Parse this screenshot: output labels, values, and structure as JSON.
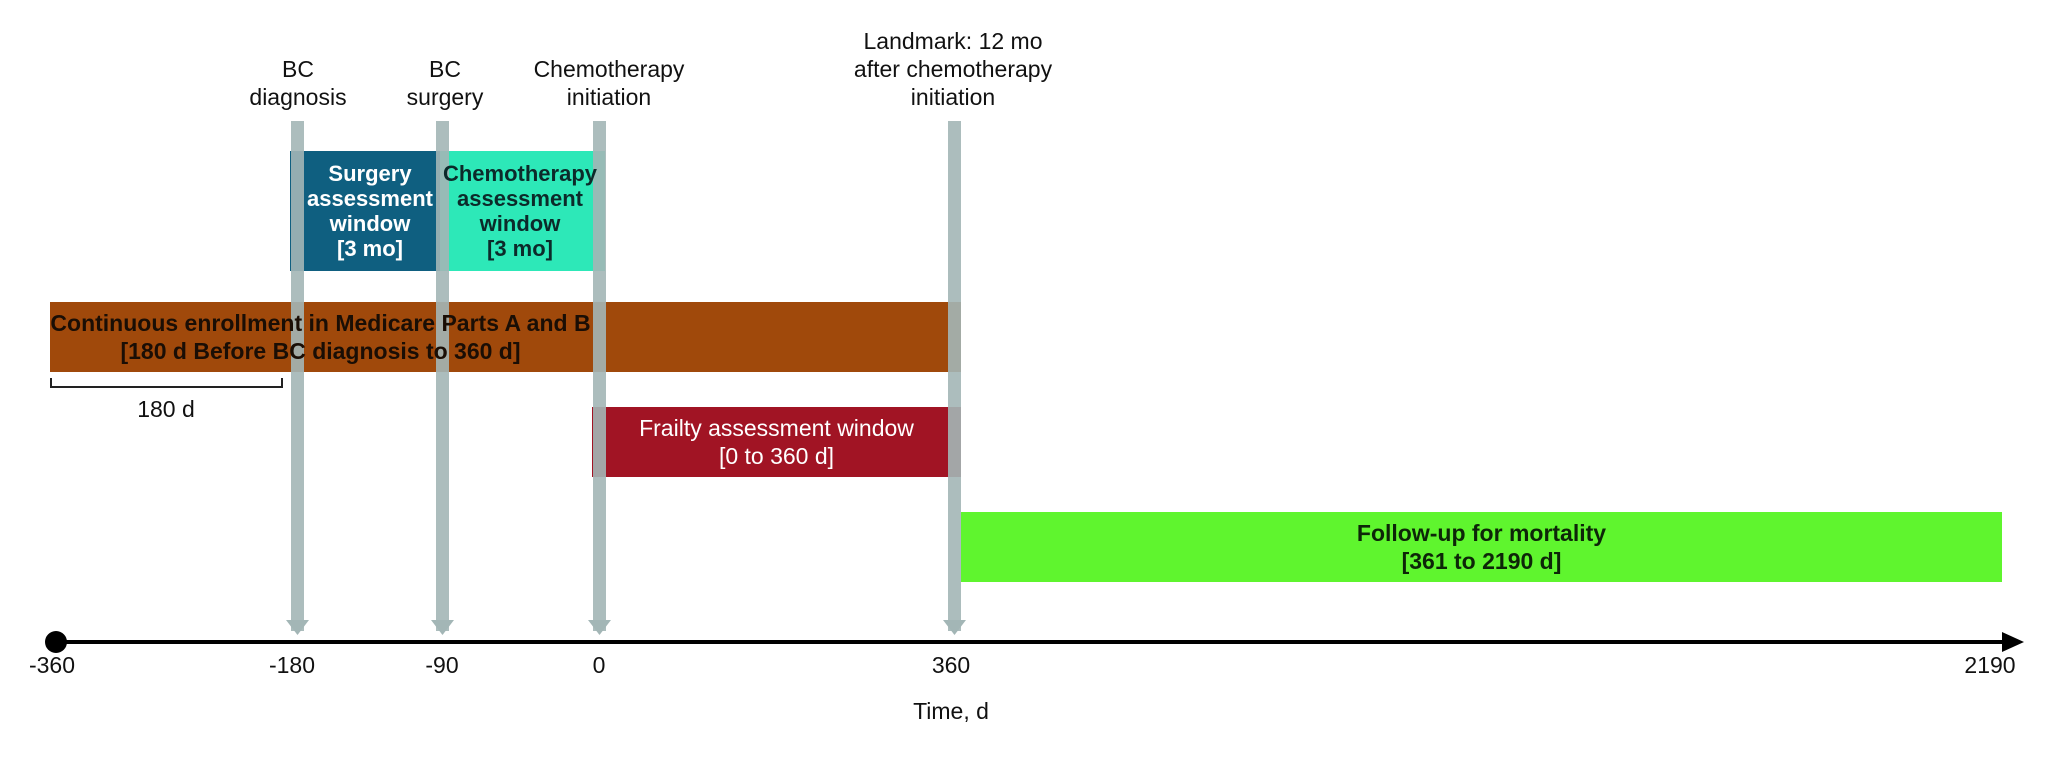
{
  "events": [
    {
      "id": "bc-diagnosis",
      "lines": [
        "BC",
        "diagnosis"
      ],
      "day": -180
    },
    {
      "id": "bc-surgery",
      "lines": [
        "BC",
        "surgery"
      ],
      "day": -90
    },
    {
      "id": "chemo-initiation",
      "lines": [
        "Chemotherapy",
        "initiation"
      ],
      "day": 0
    },
    {
      "id": "landmark",
      "lines": [
        "Landmark: 12 mo",
        "after chemotherapy",
        "initiation"
      ],
      "day": 360
    }
  ],
  "windows": {
    "surgery": {
      "lines": [
        "Surgery",
        "assessment",
        "window",
        "[3 mo]"
      ],
      "color": "#0f5f80"
    },
    "chemotherapy": {
      "lines": [
        "Chemotherapy",
        "assessment",
        "window",
        "[3 mo]"
      ],
      "color": "#2de8b8"
    },
    "enrollment": {
      "lines": [
        "Continuous enrollment in Medicare Parts A and B",
        "[180 d Before BC diagnosis to 360 d]"
      ],
      "color": "#a0490b"
    },
    "frailty": {
      "lines": [
        "Frailty assessment window",
        "[0 to 360 d]"
      ],
      "color": "#a11424"
    },
    "followup": {
      "lines": [
        "Follow-up for mortality",
        "[361 to 2190 d]"
      ],
      "color": "#5ff52e"
    }
  },
  "bracket": {
    "label": "180 d"
  },
  "axis": {
    "title": "Time, d",
    "ticks": [
      "-360",
      "-180",
      "-90",
      "0",
      "360",
      "2190"
    ]
  },
  "colors": {
    "event_line": "#a3b6b6",
    "axis": "#000000"
  }
}
